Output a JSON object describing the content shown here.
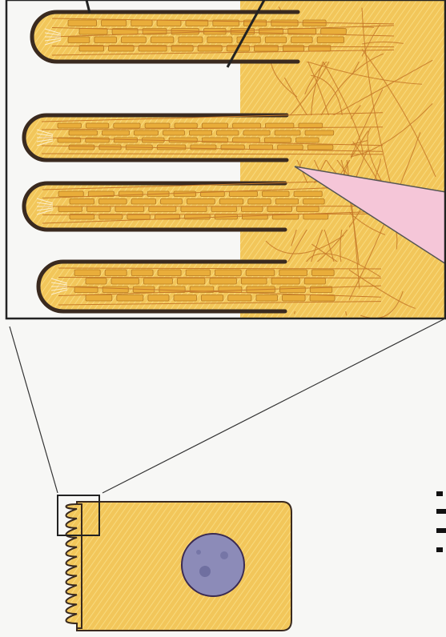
{
  "figure": {
    "colors": {
      "background": "#f7f7f5",
      "cytoplasm": "#f2c65a",
      "cytoplasm_light": "#f8da7e",
      "membrane": "#3a2a1f",
      "brick": "#e9ad3a",
      "brick_stroke": "#b77a22",
      "filament": "#c77a2a",
      "pointer_fill": "#f5c6d8",
      "pointer_stroke": "#555555",
      "nucleus": "#8c8bb8",
      "nucleus_dark": "#5f5f8f",
      "frame": "#222222",
      "leader": "#333333"
    },
    "icons": [
      "microvilli-brush-border",
      "actin-filament-bundle",
      "terminal-web",
      "nucleus",
      "zoom-callout"
    ],
    "microvilli_in_detail": 4,
    "microvilli_in_cell": 13
  }
}
